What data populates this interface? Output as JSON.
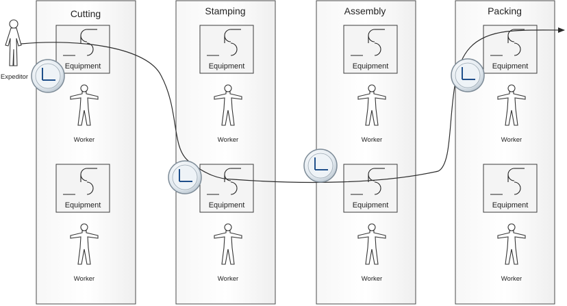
{
  "lanes": [
    {
      "title": "Cutting",
      "stations": [
        {
          "equipment": "Equipment",
          "worker": "Worker"
        },
        {
          "equipment": "Equipment",
          "worker": "Worker"
        }
      ]
    },
    {
      "title": "Stamping",
      "stations": [
        {
          "equipment": "Equipment",
          "worker": "Worker"
        },
        {
          "equipment": "Equipment",
          "worker": "Worker"
        }
      ]
    },
    {
      "title": "Assembly",
      "stations": [
        {
          "equipment": "Equipment",
          "worker": "Worker"
        },
        {
          "equipment": "Equipment",
          "worker": "Worker"
        }
      ]
    },
    {
      "title": "Packing",
      "stations": [
        {
          "equipment": "Equipment",
          "worker": "Worker"
        },
        {
          "equipment": "Equipment",
          "worker": "Worker"
        }
      ]
    }
  ],
  "expeditor": {
    "label": "Expeditor"
  },
  "clock_icon": "clock-icon",
  "equipment_icon": "equipment-icon",
  "worker_icon": "worker-icon"
}
